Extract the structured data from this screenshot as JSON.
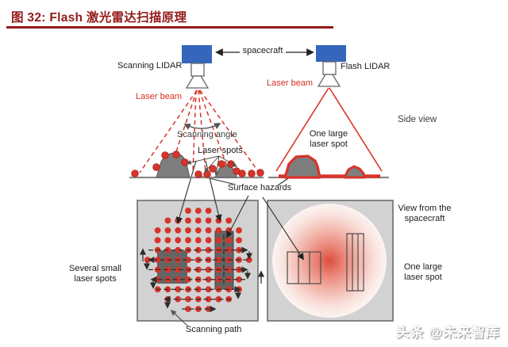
{
  "figure": {
    "title": "图 32:  Flash 激光雷达扫描原理"
  },
  "diagram": {
    "spacecraft_label": "spacecraft",
    "left": {
      "device": "Scanning LIDAR",
      "laser_beam": "Laser beam",
      "scanning_angle": "Scanning angle",
      "laser_spots": "Laser spots",
      "bottom_label_line1": "Several small",
      "bottom_label_line2": "laser spots",
      "scanning_path": "Scanning path"
    },
    "right": {
      "device": "Flash LIDAR",
      "laser_beam": "Laser beam",
      "spot_side_line1": "One large",
      "spot_side_line2": "laser spot",
      "side_view": "Side view",
      "view_from_line1": "View from the",
      "view_from_line2": "spacecraft",
      "spot_view_line1": "One large",
      "spot_view_line2": "laser spot"
    },
    "surface_hazards": "Surface hazards"
  },
  "watermark": "头条 @未来智库",
  "colors": {
    "title_red": "#941a1a",
    "laser_red": "#d6342a",
    "spacecraft_blue": "#3566bb",
    "panel_gray": "#d2d2d2",
    "hazard_gray": "#7e7e7e"
  }
}
